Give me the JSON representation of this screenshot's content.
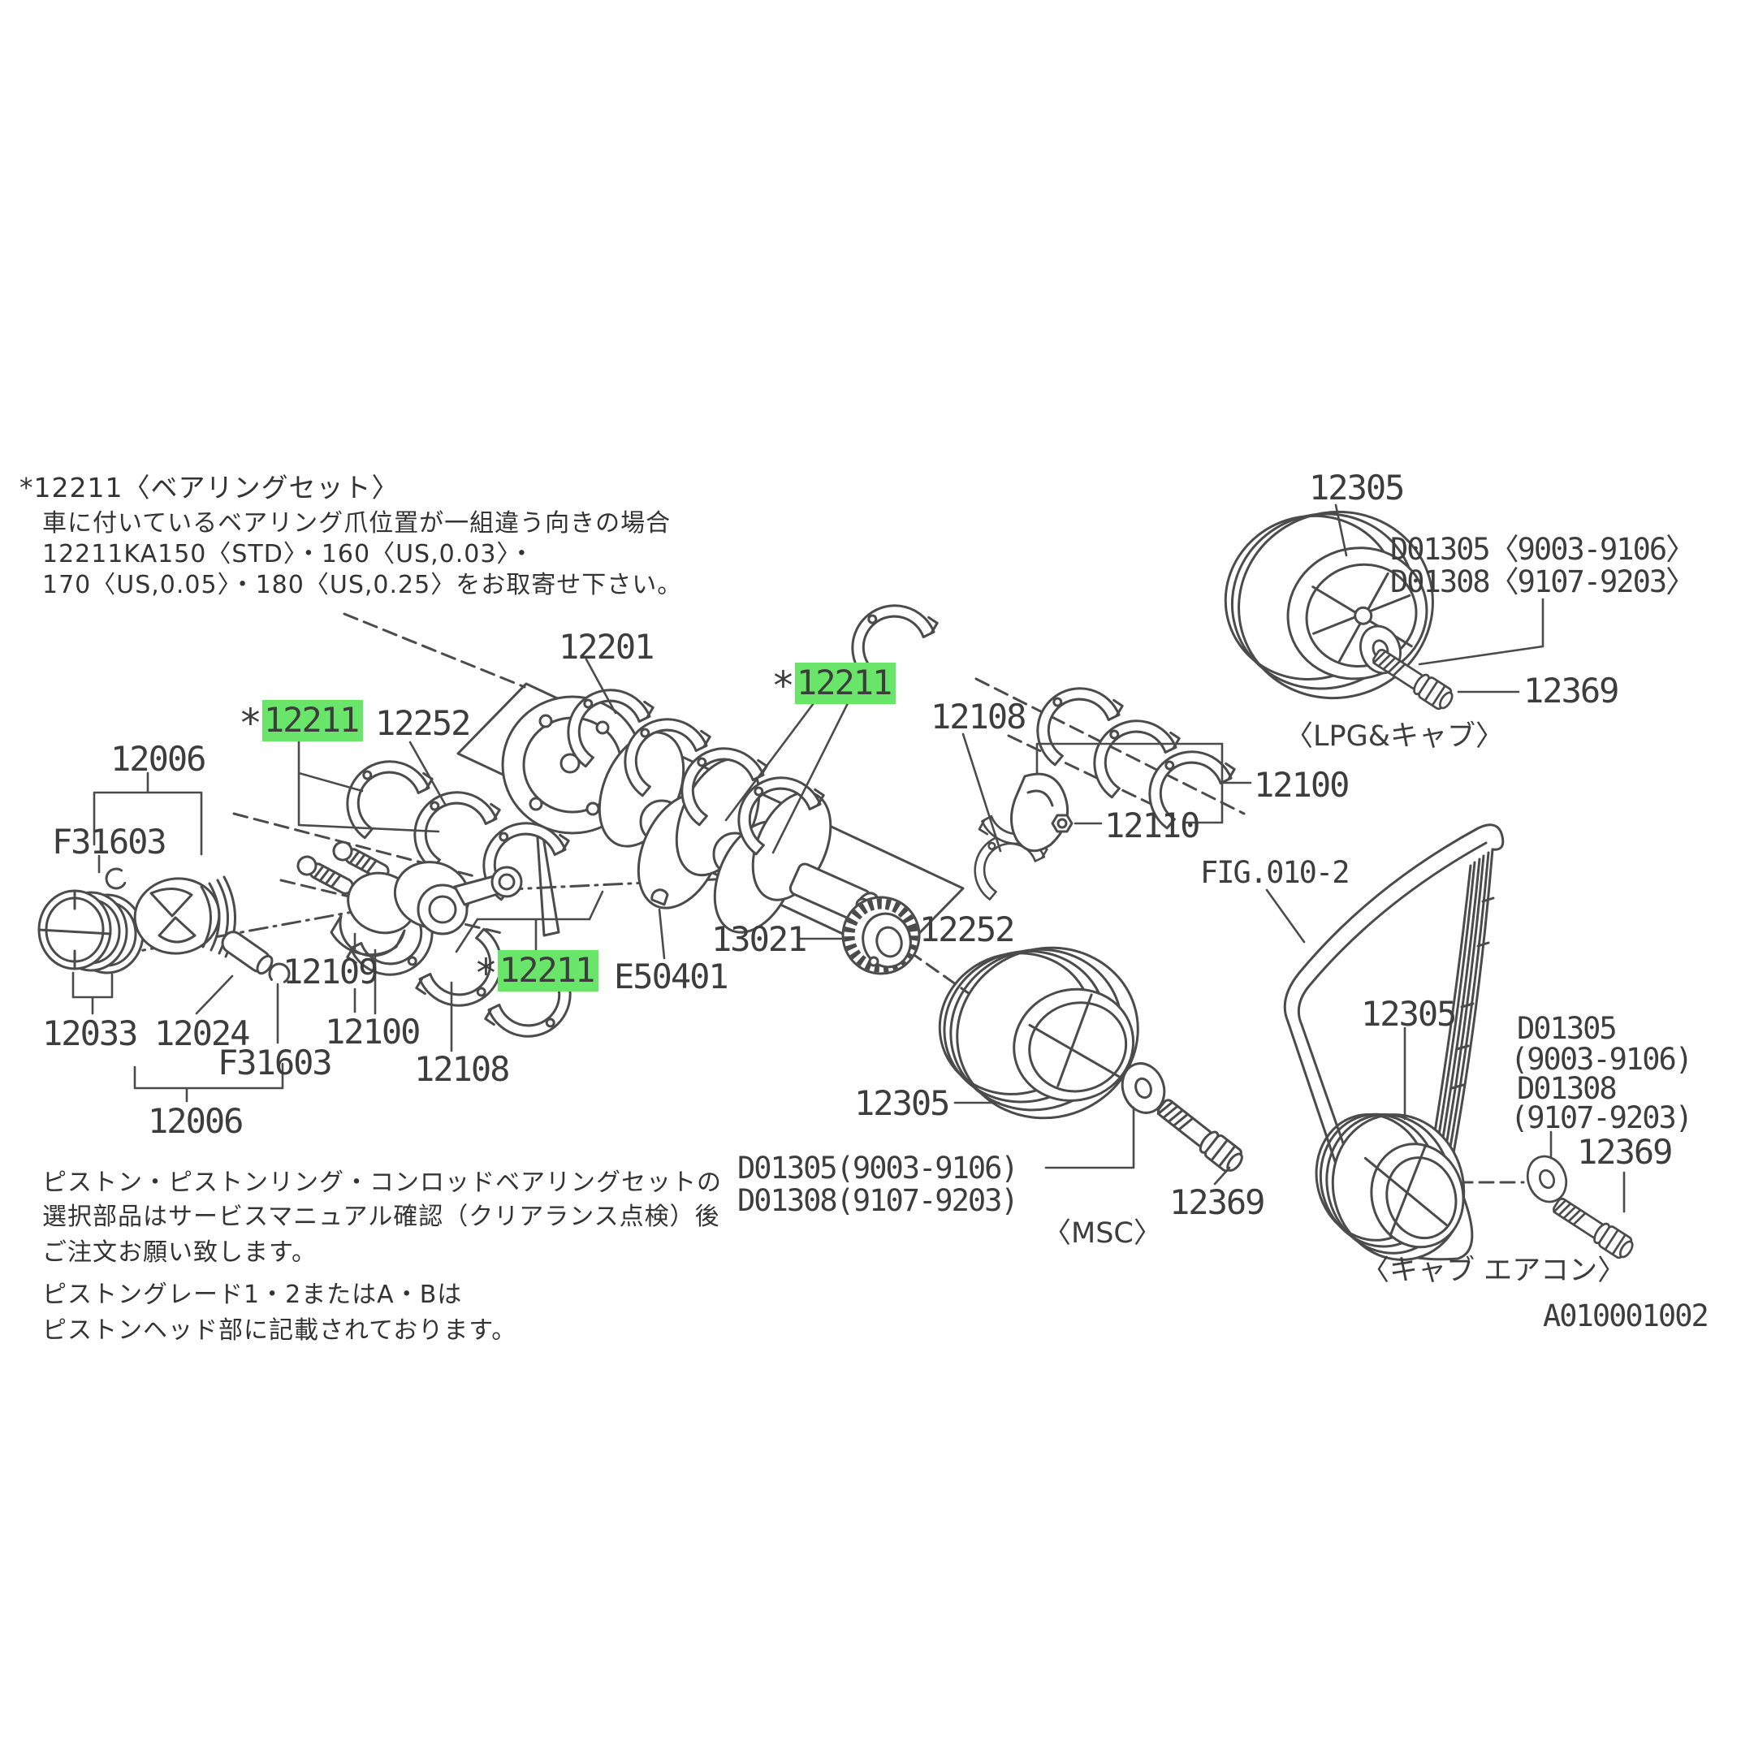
{
  "doc": {
    "type": "parts-catalog-diagram",
    "fig_ref": "FIG.010-2",
    "doc_id": "A010001002"
  },
  "colors": {
    "highlight_green": "#69e669",
    "line_gray": "#4b4b4b",
    "text_gray": "#3d3d3d",
    "background": "#ffffff"
  },
  "notes": {
    "top": [
      "*12211〈ベアリングセット〉",
      "車に付いているベアリング爪位置が一組違う向きの場合",
      "12211KA150〈STD〉・160〈US,0.03〉・",
      "170〈US,0.05〉・180〈US,0.25〉をお取寄せ下さい。"
    ],
    "bottom": [
      "ピストン・ピストンリング・コンロッドベアリングセットの",
      "選択部品はサービスマニュアル確認（クリアランス点検）後",
      "ご注文お願い致します。",
      "ピストングレード1・2またはA・Bは",
      "ピストンヘッド部に記載されております。"
    ]
  },
  "labels": {
    "star": "*",
    "p12201": "12201",
    "p12211": "12211",
    "p12252": "12252",
    "p12108": "12108",
    "p12100": "12100",
    "p12110": "12110",
    "p12006": "12006",
    "f31603": "F31603",
    "p12033": "12033",
    "p12024": "12024",
    "p12109": "12109",
    "e50401": "E50401",
    "p13021": "13021",
    "p12305": "12305",
    "p12369": "12369",
    "d01305_full": "D01305〈9003-9106〉",
    "d01308_full": "D01308〈9107-9203〉",
    "d01305_mid": "D01305(9003-9106)",
    "d01308_mid": "D01308(9107-9203)",
    "d01305": "D01305",
    "d01308": "D01308",
    "r9003": "(9003-9106)",
    "r9107": "(9107-9203)"
  },
  "captions": {
    "lpg": "〈LPG&キャブ〉",
    "msc": "〈MSC〉",
    "cab_aircon": "〈キャブ エアコン〉"
  }
}
